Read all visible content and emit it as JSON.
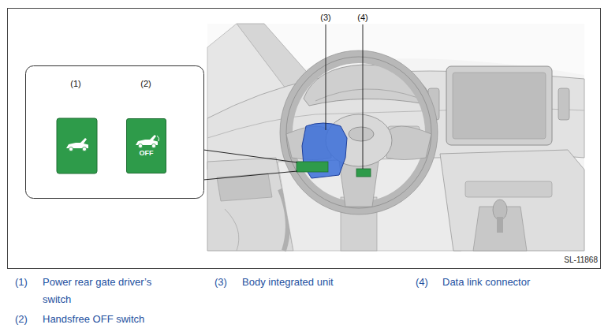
{
  "diagram": {
    "nodes": [
      {
        "text": [
          "(1)",
          "(2)"
        ]
      },
      {
        "text": [
          "OFF"
        ],
        "in": 0
      }
    ],
    "labels": [
      "(3)",
      "(4)",
      "SL-11868",
      "(1)",
      "Power rear gate driver’s switch",
      "(2)",
      "Handsfree OFF switch",
      "(3)",
      "Body integrated unit",
      "(4)",
      "Data link connector"
    ]
  }
}
